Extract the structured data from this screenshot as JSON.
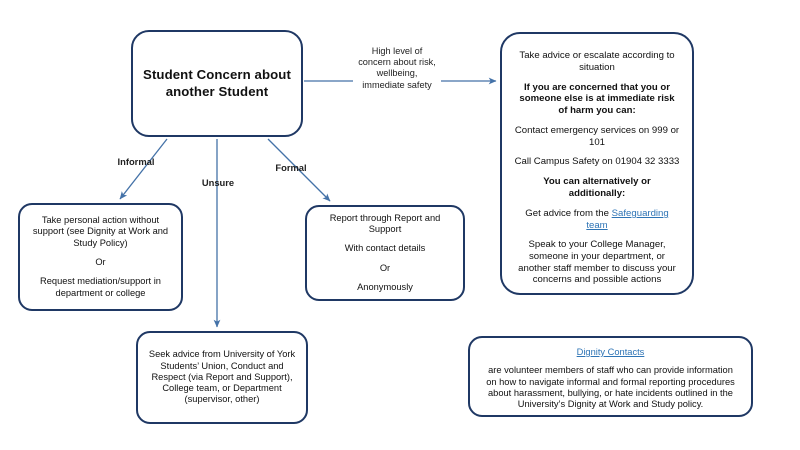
{
  "diagram": {
    "title": "Student Concern about another Student flowchart",
    "colors": {
      "node_border": "#1F3864",
      "arrow": "#4472A8",
      "link": "#2E74B5",
      "background": "#FFFFFF",
      "text": "#111111"
    }
  },
  "nodes": {
    "root": {
      "lines": [
        "Student Concern about another Student"
      ]
    },
    "escalate": {
      "line1": "Take advice or escalate according to situation",
      "line2": "If you are concerned that you or someone else is at immediate risk of harm you can:",
      "line3": "Contact emergency services on 999 or 101",
      "line4": "Call Campus Safety on 01904 32 3333",
      "line5": "You can alternatively or additionally:",
      "line6_prefix": "Get advice from the ",
      "line6_link": "Safeguarding team",
      "line7": "Speak to your College Manager, someone in your department, or another staff member to discuss your concerns and possible actions"
    },
    "informal": {
      "line1": "Take personal action without support (see Dignity at Work and Study Policy)",
      "line2": "Or",
      "line3": "Request mediation/support in department or college"
    },
    "formal": {
      "line1": "Report through Report and Support",
      "line2": "With contact details",
      "line3": "Or",
      "line4": "Anonymously"
    },
    "unsure": {
      "line1": "Seek advice from University of York Students’ Union, Conduct and Respect (via Report and Support), College team, or Department (supervisor, other)"
    },
    "dignity": {
      "link": "Dignity Contacts",
      "body": "are volunteer members of staff who can provide information on how to navigate informal and formal reporting procedures about harassment, bullying, or hate incidents outlined in the University’s Dignity at Work and Study policy."
    }
  },
  "edges": {
    "high_level": "High level of concern about risk, wellbeing, immediate safety",
    "informal": "Informal",
    "unsure": "Unsure",
    "formal": "Formal"
  }
}
